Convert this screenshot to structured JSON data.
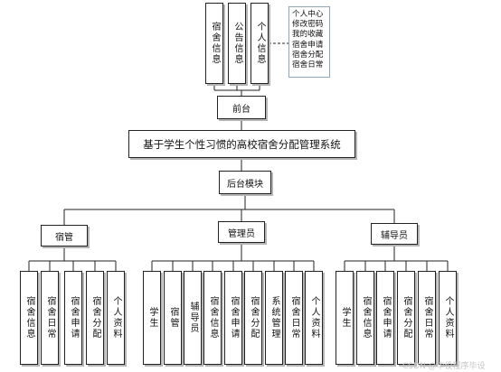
{
  "front_modules": [
    "宿舍信息",
    "公告信息",
    "个人信息"
  ],
  "front_user_menu": [
    "个人中心",
    "修改密码",
    "我的收藏",
    "宿舍申请",
    "宿舍分配",
    "宿舍日常"
  ],
  "front_label": "前台",
  "system_title": "基于学生个性习惯的高校宿舍分配管理系统",
  "backend_label": "后台模块",
  "roles": [
    {
      "name": "宿管",
      "functions": [
        "宿舍信息",
        "宿舍日常",
        "宿舍申请",
        "宿舍分配",
        "个人资料"
      ]
    },
    {
      "name": "管理员",
      "functions": [
        "学生",
        "宿管",
        "辅导员",
        "宿舍信息",
        "宿舍申请",
        "宿舍分配",
        "系统管理",
        "宿舍日常",
        "个人资料"
      ]
    },
    {
      "name": "辅导员",
      "functions": [
        "学生",
        "宿舍信息",
        "宿舍申请",
        "宿舍分配",
        "宿舍日常",
        "个人资料"
      ]
    }
  ],
  "watermark": "CSDN @毕设程序毕设"
}
